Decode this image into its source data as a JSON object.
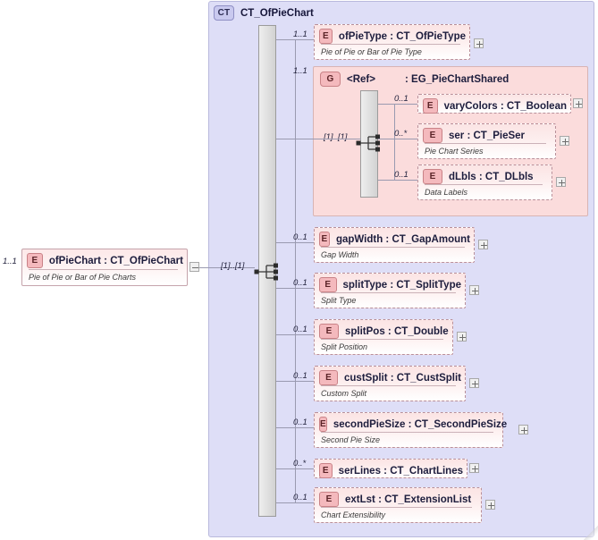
{
  "diagram": {
    "type": "xsd-schema-diagram",
    "container": {
      "badge": "CT",
      "badge_icon": "complextype-badge-icon",
      "title": "CT_OfPieChart"
    },
    "root_element": {
      "badge": "E",
      "badge_icon": "element-badge-icon",
      "name": "ofPieChart : CT_OfPieChart",
      "description": "Pie of Pie or Bar of Pie Charts",
      "occurrence": "1..1",
      "expander": "minus"
    },
    "root_sequence": {
      "occurrence": "[1]..[1]",
      "icon": "sequence-compositor-icon"
    },
    "group_sequence": {
      "occurrence": "[1]..[1]",
      "icon": "sequence-compositor-icon"
    },
    "group": {
      "badge": "G",
      "badge_icon": "group-badge-icon",
      "ref_label": "<Ref>",
      "name": ": EG_PieChartShared",
      "occurrence": "1..1",
      "children": [
        {
          "badge": "E",
          "name": "varyColors : CT_Boolean",
          "description": "",
          "occurrence": "0..1",
          "expander": "plus"
        },
        {
          "badge": "E",
          "name": "ser          : CT_PieSer",
          "description": "Pie Chart Series",
          "occurrence": "0..*",
          "expander": "plus"
        },
        {
          "badge": "E",
          "name": "dLbls      : CT_DLbls",
          "description": "Data Labels",
          "occurrence": "0..1",
          "expander": "plus"
        }
      ]
    },
    "children": [
      {
        "badge": "E",
        "name": "ofPieType : CT_OfPieType",
        "description": "Pie of Pie or Bar of Pie Type",
        "occurrence": "1..1",
        "expander": "plus"
      },
      {
        "badge": "E",
        "name": "gapWidth : CT_GapAmount",
        "description": "Gap Width",
        "occurrence": "0..1",
        "expander": "plus"
      },
      {
        "badge": "E",
        "name": "splitType : CT_SplitType",
        "description": "Split Type",
        "occurrence": "0..1",
        "expander": "plus"
      },
      {
        "badge": "E",
        "name": "splitPos  : CT_Double",
        "description": "Split Position",
        "occurrence": "0..1",
        "expander": "plus"
      },
      {
        "badge": "E",
        "name": "custSplit : CT_CustSplit",
        "description": "Custom Split",
        "occurrence": "0..1",
        "expander": "plus"
      },
      {
        "badge": "E",
        "name": "secondPieSize : CT_SecondPieSize",
        "description": "Second Pie Size",
        "occurrence": "0..1",
        "expander": "plus"
      },
      {
        "badge": "E",
        "name": "serLines : CT_ChartLines",
        "description": "",
        "occurrence": "0..*",
        "expander": "plus"
      },
      {
        "badge": "E",
        "name": "extLst    : CT_ExtensionList",
        "description": "Chart Extensibility",
        "occurrence": "0..1",
        "expander": "plus"
      }
    ]
  },
  "colors": {
    "container_fill": "#dedef7",
    "element_fill": "#fbe4e4",
    "group_fill": "#fbdcdc",
    "badge_pink": "#f4b9bd",
    "badge_blue": "#c9c9ef",
    "line": "#9a9ab0"
  }
}
